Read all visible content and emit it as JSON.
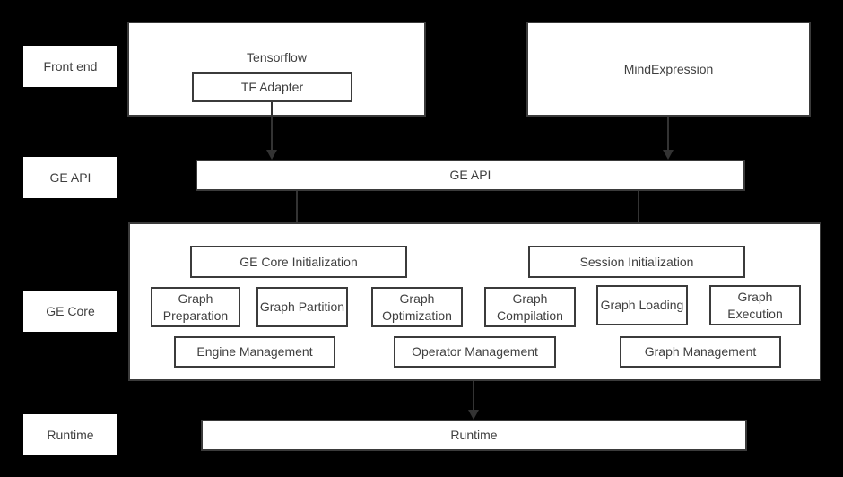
{
  "colors": {
    "background": "#000000",
    "box_fill": "#ffffff",
    "box_border": "#3b3b3b",
    "text": "#3f3f3f",
    "arrow": "#333333"
  },
  "row_labels": [
    "Front end",
    "GE API",
    "GE Core",
    "Runtime"
  ],
  "front_end": {
    "tensorflow": {
      "title": "Tensorflow",
      "adapter": "TF Adapter"
    },
    "mind_expression": "MindExpression"
  },
  "ge_api_label": "GE API",
  "ge_core": {
    "init": [
      "GE Core Initialization",
      "Session Initialization"
    ],
    "stages": [
      "Graph Preparation",
      "Graph Partition",
      "Graph Optimization",
      "Graph Compilation",
      "Graph Loading",
      "Graph Execution"
    ],
    "management": [
      "Engine Management",
      "Operator Management",
      "Graph Management"
    ]
  },
  "runtime_label": "Runtime"
}
